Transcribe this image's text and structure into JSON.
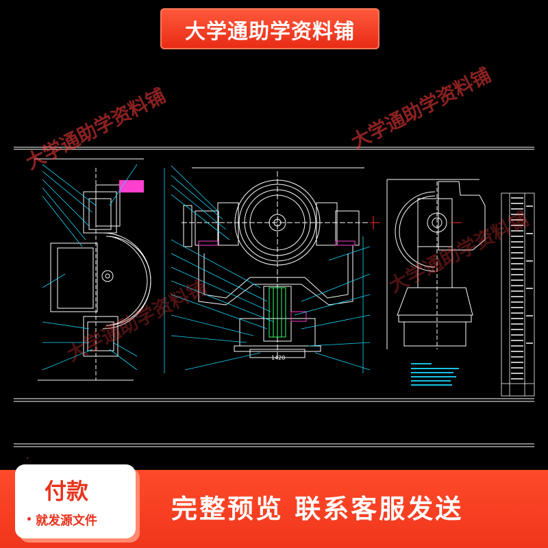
{
  "banner": {
    "title": "大学通助学资料铺"
  },
  "watermark": {
    "text": "大学通助学资料铺"
  },
  "drawing": {
    "dimension_label": "1420",
    "colors": {
      "background": "#000000",
      "lines": "#ffffff",
      "callouts": "#19d9ff",
      "magenta": "#ff3fd0",
      "green": "#39ff6a",
      "red": "#ff3030"
    }
  },
  "payment": {
    "title": "付款",
    "subtitle": "就发源文件"
  },
  "footer": {
    "message": "完整预览  联系客服发送"
  },
  "colors": {
    "accent": "#f0361c",
    "banner_text": "#ffffff"
  }
}
